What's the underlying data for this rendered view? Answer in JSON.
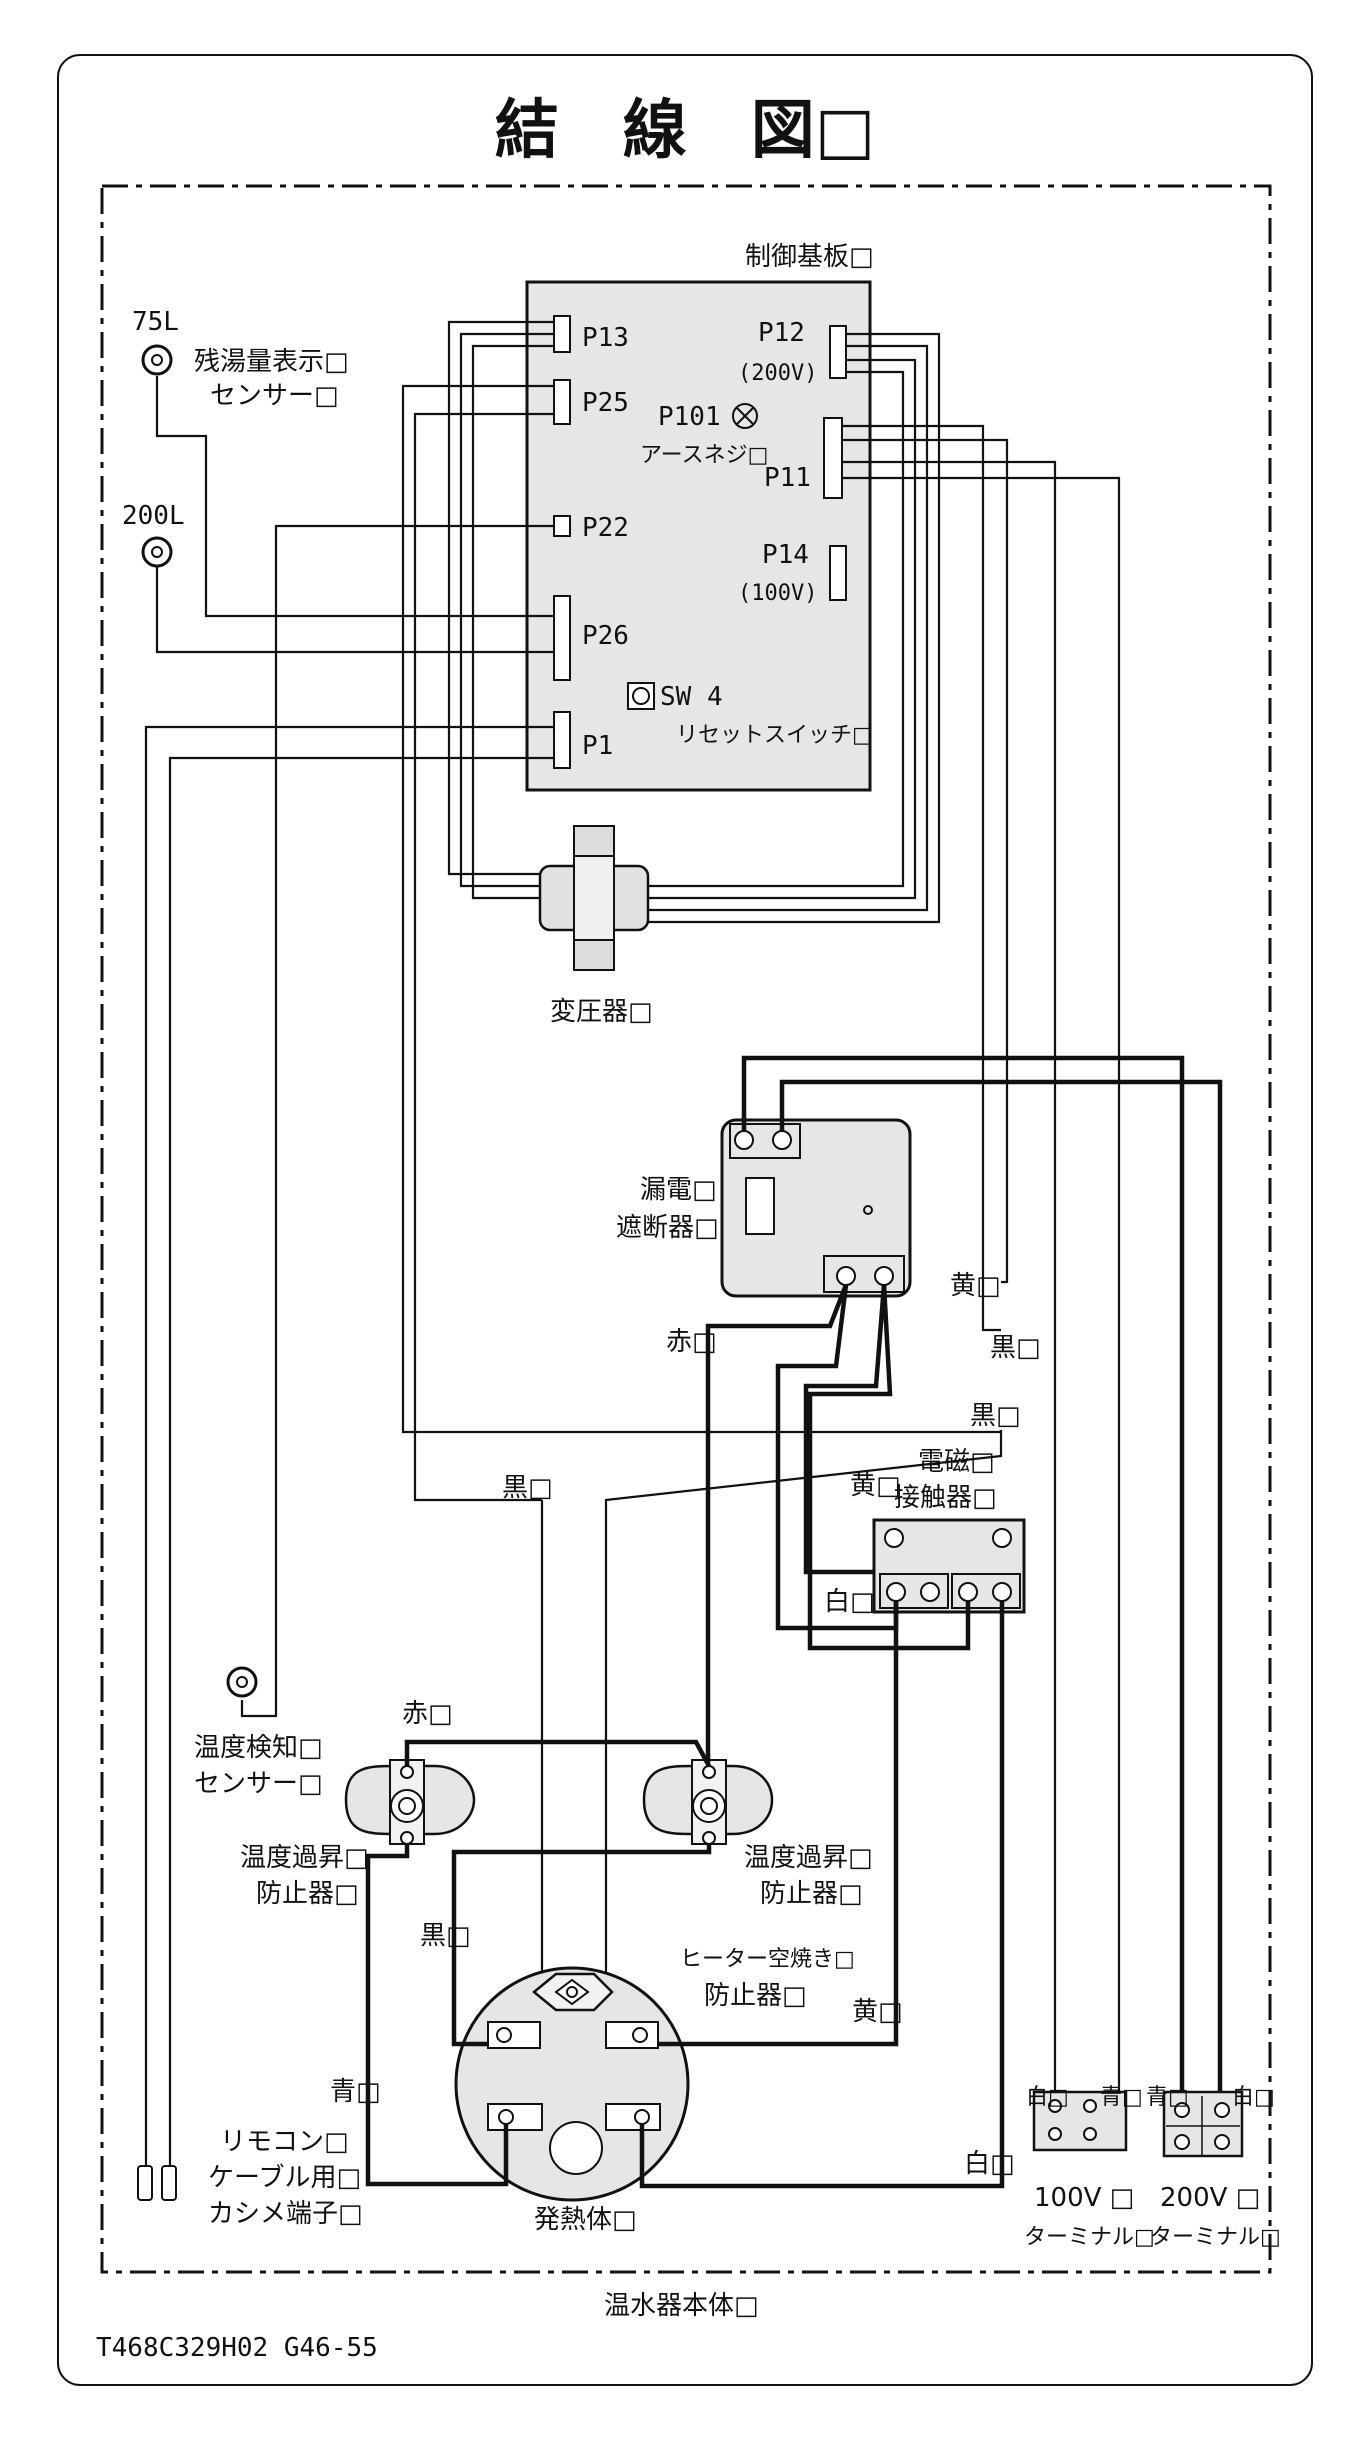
{
  "title": "結　線　図□",
  "board": {
    "label": "制御基板□",
    "connectors": {
      "p13": "P13",
      "p25": "P25",
      "p22": "P22",
      "p26": "P26",
      "p1": "P1",
      "p12": "P12",
      "p12_voltage": "(200V)",
      "p101": "P101",
      "earth_screw": "アースネジ□",
      "p11": "P11",
      "p14": "P14",
      "p14_voltage": "(100V)",
      "sw4": "SW 4",
      "reset_switch": "リセットスイッチ□"
    }
  },
  "sensors": {
    "level_75": "75L",
    "level_200": "200L",
    "remaining_line1": "残湯量表示□",
    "remaining_line2": "センサー□",
    "temp_line1": "温度検知□",
    "temp_line2": "センサー□"
  },
  "transformer": "変圧器□",
  "breaker": {
    "line1": "漏電□",
    "line2": "遮断器□"
  },
  "contactor": {
    "line1": "電磁□",
    "line2": "接触器□"
  },
  "overheat_left": {
    "line1": "温度過昇□",
    "line2": "防止器□"
  },
  "overheat_right": {
    "line1": "温度過昇□",
    "line2": "防止器□"
  },
  "dry_heat": {
    "line1": "ヒーター空焼き□",
    "line2": "防止器□"
  },
  "heater": "発熱体□",
  "remote_terminal": {
    "line1": "リモコン□",
    "line2": "ケーブル用□",
    "line3": "カシメ端子□"
  },
  "terminal_100": {
    "voltage": "100V □",
    "name": "ターミナル□"
  },
  "terminal_200": {
    "voltage": "200V □",
    "name": "ターミナル□"
  },
  "wire_colors": {
    "yellow_1": "黄□",
    "black_1": "黒□",
    "red_1": "赤□",
    "black_2": "黒□",
    "black_3": "黒□",
    "yellow_2": "黄□",
    "white_1": "白□",
    "red_2": "赤□",
    "black_4": "黒□",
    "yellow_3": "黄□",
    "blue_1": "青□",
    "white_2": "白□",
    "white_100": "白□",
    "blue_100": "青□",
    "blue_200": "青□",
    "white_200": "白□"
  },
  "unit_body": "温水器本体□",
  "part_number": "T468C329H02 G46-55"
}
